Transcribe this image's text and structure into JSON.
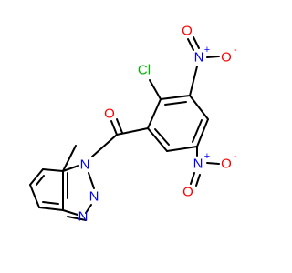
{
  "molecule": {
    "colors": {
      "bond": "#000000",
      "carbon": "#000000",
      "nitrogen": "#0000ff",
      "oxygen": "#ff0000",
      "chlorine": "#00b400"
    },
    "atoms": {
      "carbonyl_oxygen": "O",
      "chlorine": "Cl",
      "nitro_top_n": "N",
      "nitro_top_n_charge": "+",
      "nitro_top_o_double": "O",
      "nitro_top_o_single": "O",
      "nitro_top_o_charge": "-",
      "nitro_bottom_n": "N",
      "nitro_bottom_n_charge": "+",
      "nitro_bottom_o_double": "O",
      "nitro_bottom_o_single": "O",
      "nitro_bottom_o_charge": "-",
      "triazole_n1": "N",
      "triazole_n2": "N",
      "triazole_n3": "N"
    }
  }
}
